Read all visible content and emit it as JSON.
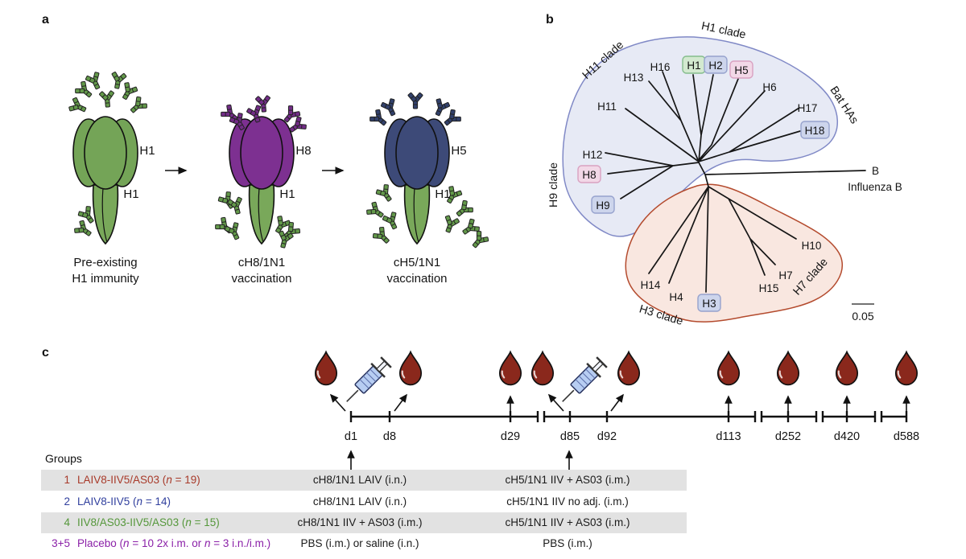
{
  "panel_a": {
    "label": "a",
    "molecules": [
      {
        "head_label": "H1",
        "stalk_label": "H1",
        "caption1": "Pre-existing",
        "caption2": "H1 immunity"
      },
      {
        "head_label": "H8",
        "stalk_label": "H1",
        "caption1": "cH8/1N1",
        "caption2": "vaccination"
      },
      {
        "head_label": "H5",
        "stalk_label": "H1",
        "caption1": "cH5/1N1",
        "caption2": "vaccination"
      }
    ],
    "colors": {
      "h1_green": "#74a457",
      "h8_purple": "#7d3091",
      "h5_navy": "#3d4a78",
      "stalk_green": "#79a85a",
      "antibody_green": "#63994a",
      "antibody_purple": "#722c87",
      "antibody_navy": "#31406b"
    }
  },
  "panel_b": {
    "label": "b",
    "clades": {
      "h1": "H1 clade",
      "h11": "H11 clade",
      "h9": "H9 clade",
      "bat": "Bat HAs",
      "h3": "H3 clade",
      "h7": "H7 clade"
    },
    "leaves_plain": [
      {
        "label": "H13"
      },
      {
        "label": "H16"
      },
      {
        "label": "H11"
      },
      {
        "label": "H12"
      },
      {
        "label": "H6"
      },
      {
        "label": "H17"
      },
      {
        "label": "H10"
      },
      {
        "label": "H7"
      },
      {
        "label": "H15"
      },
      {
        "label": "H4"
      },
      {
        "label": "H14"
      }
    ],
    "leaves_boxed": [
      {
        "label": "H1",
        "type": "green"
      },
      {
        "label": "H2",
        "type": "blue"
      },
      {
        "label": "H5",
        "type": "pink"
      },
      {
        "label": "H18",
        "type": "blue"
      },
      {
        "label": "H8",
        "type": "pink"
      },
      {
        "label": "H9",
        "type": "blue"
      },
      {
        "label": "H3",
        "type": "blue"
      }
    ],
    "outgroup_tip": "B",
    "outgroup_name": "Influenza B",
    "scale_label": "0.05",
    "colors": {
      "blue_fill": "#e7eaf5",
      "blue_stroke": "#8089c6",
      "red_fill": "#f9e7e0",
      "red_stroke": "#b44b2e",
      "box_green_fill": "#d3e9d0",
      "box_green_stroke": "#84bd8c",
      "box_blue_fill": "#cdd5ec",
      "box_blue_stroke": "#96a2cd",
      "box_pink_fill": "#f2d8e7",
      "box_pink_stroke": "#d9a1c1"
    }
  },
  "panel_c": {
    "label": "c",
    "days": [
      "d1",
      "d8",
      "d29",
      "d85",
      "d92",
      "d113",
      "d252",
      "d420",
      "d588"
    ],
    "groups_header": "Groups",
    "rows": [
      {
        "num": "1",
        "p1": "LAIV8-IIV5/AS03 (",
        "n1": "n",
        "p2": " = 19)",
        "dose1": "cH8/1N1 LAIV (i.n.)",
        "dose2": "cH5/1N1 IIV + AS03 (i.m.)",
        "color": "#a83a2a",
        "shaded": true
      },
      {
        "num": "2",
        "p1": "LAIV8-IIV5 (",
        "n1": "n",
        "p2": " = 14)",
        "dose1": "cH8/1N1 LAIV (i.n.)",
        "dose2": "cH5/1N1 IIV no adj. (i.m.)",
        "color": "#31409e",
        "shaded": false
      },
      {
        "num": "4",
        "p1": "IIV8/AS03-IIV5/AS03 (",
        "n1": "n",
        "p2": " = 15)",
        "dose1": "cH8/1N1 IIV + AS03 (i.m.)",
        "dose2": "cH5/1N1 IIV + AS03 (i.m.)",
        "color": "#55973b",
        "shaded": true
      },
      {
        "num": "3+5",
        "p1": "Placebo (",
        "n1": "n",
        "p2": " = 10 2x i.m. or ",
        "n2": "n",
        "p3": " = 3 i.n./i.m.)",
        "dose1": "PBS (i.m.) or saline (i.n.)",
        "dose2": "PBS (i.m.)",
        "color": "#8b21a8",
        "shaded": false
      }
    ],
    "colors": {
      "drop": "#8a281c",
      "syringe_barrel": "#b7cdf2",
      "row_band": "#e2e2e2"
    }
  }
}
